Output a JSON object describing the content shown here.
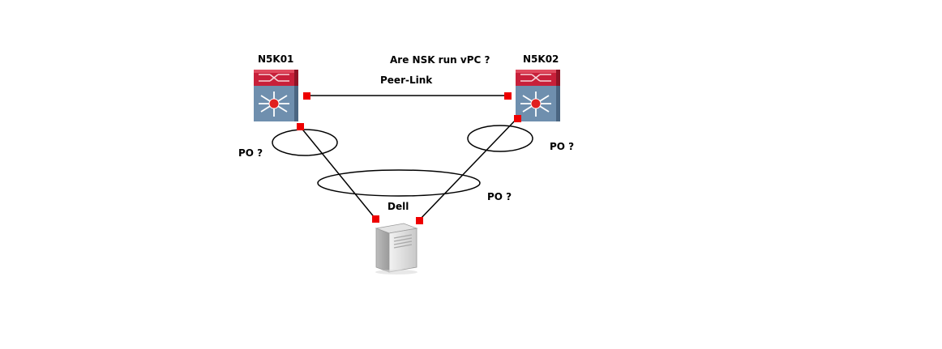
{
  "title": "Are NSK run vPC ?",
  "devices": {
    "switch1": {
      "label": "N5K01",
      "icon": "nexus-switch-icon"
    },
    "switch2": {
      "label": "N5K02",
      "icon": "nexus-switch-icon"
    },
    "server": {
      "label": "Dell",
      "icon": "server-tower-icon"
    }
  },
  "links": {
    "peer": {
      "label": "Peer-Link"
    }
  },
  "port_channels": {
    "left": {
      "label": "PO ?"
    },
    "right": {
      "label": "PO ?"
    },
    "bottom": {
      "label": "PO ?"
    }
  },
  "colors": {
    "port": "#ee0000",
    "switch_top": "#c8203a",
    "switch_body": "#6f8fae",
    "link": "#000000"
  }
}
